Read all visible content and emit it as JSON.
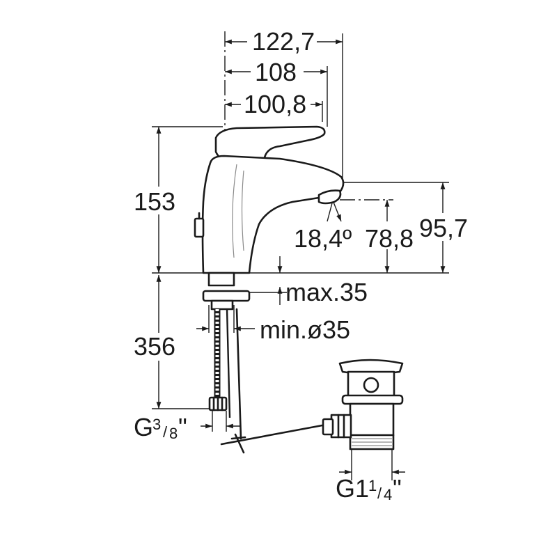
{
  "dimensions": {
    "width_total": "122,7",
    "width_mid": "108",
    "width_spout": "100,8",
    "height_total": "153",
    "spout_angle": "18,4º",
    "spout_height": "78,8",
    "outlet_height": "95,7",
    "deck_thickness": "max.35",
    "hole_diameter": "min.ø35",
    "below_deck": "356"
  },
  "threads": {
    "supply": {
      "prefix": "G",
      "numerator": "3",
      "denominator": "8",
      "suffix": "\""
    },
    "waste": {
      "prefix": "G1",
      "numerator": "1",
      "denominator": "4",
      "suffix": "\""
    }
  },
  "icons": {
    "arrow": "arrowhead",
    "faucet": "basin-mixer-faucet",
    "waste": "pop-up-waste-valve"
  }
}
